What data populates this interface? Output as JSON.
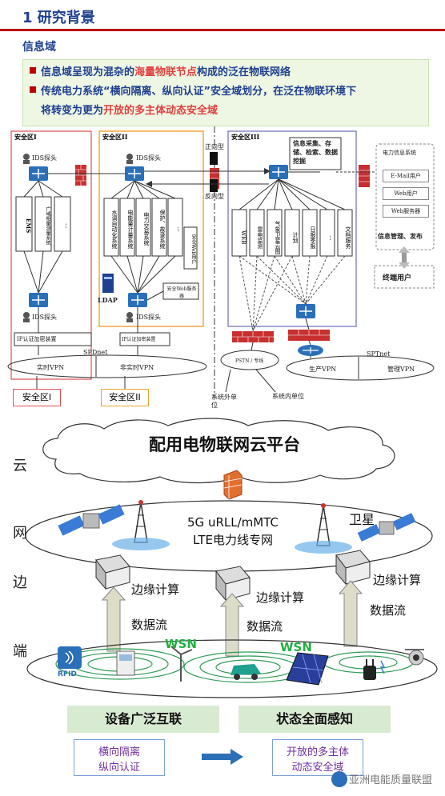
{
  "header": {
    "title": "1 研究背景",
    "subtitle": "信息域"
  },
  "bullets": [
    {
      "pre": "信息域呈现为混杂的",
      "hl": "海量物联节点",
      "post": "构成的泛在物联网络"
    },
    {
      "pre": "传统电力系统“横向隔离、纵向认证”安全域划分，在泛在物联环境下",
      "hl": "",
      "post": ""
    },
    {
      "pre": "将转变为更为",
      "hl": "开放的多主体动态安全域",
      "post": ""
    }
  ],
  "zones": {
    "zone1": "安全区I",
    "zone2": "安全区II",
    "zone3": "安全区III",
    "zone1_bottom": "安全区I",
    "zone2_bottom": "安全区II"
  },
  "ids": {
    "ids1": "IDS探头",
    "ids2": "IDS探头",
    "ids3": "IDS探头",
    "ids4": "IDS探头"
  },
  "isolation": {
    "forward": "正向型",
    "reverse": "反向型"
  },
  "zone1_systems": [
    "EMS",
    "广域相量测量系统",
    "..."
  ],
  "zone2_systems": [
    "水调自动化系统",
    "电能量计量系统",
    "电力交易系统",
    "保护、故录系统",
    "..."
  ],
  "zone2_web": "安全Web用户",
  "zone2_webserver": "安全Web服务器",
  "ldap": "LDAP",
  "ip_auth1": "IP认证加密装置",
  "ip_auth2": "IP认证加密装置",
  "spdnet": "SPDnet",
  "vpn_realtime": "实时VPN",
  "vpn_nonrealtime": "非实时VPN",
  "zone3_box": "信息采集、存储、检索、数据挖掘",
  "zone3_systems": [
    "WEB",
    "雷电监测",
    "气象卫星云图",
    "计划",
    "日报季报",
    "...",
    "文档服务"
  ],
  "pstn": "PSTN / 专线",
  "sptnet": "SPTnet",
  "vpn_prod": "生产VPN",
  "vpn_mgmt": "管理VPN",
  "outside_unit": "系统外单位",
  "inside_unit": "系统内单位",
  "info_sys": {
    "title": "电力信息系统",
    "items": [
      "E-Mail用户",
      "Web用户",
      "Web服务器"
    ],
    "footer": "信息管理、发布"
  },
  "terminal_user": "终端用户",
  "layers": {
    "cloud": "云",
    "net": "网",
    "edge": "边",
    "end": "端"
  },
  "cloud_platform": "配用电物联网云平台",
  "network": {
    "line1": "5G uRLL/mMTC",
    "line2": "LTE电力线专网",
    "satellite": "卫星"
  },
  "edge_compute": [
    "边缘计算",
    "边缘计算",
    "边缘计算"
  ],
  "dataflow": [
    "数据流",
    "数据流",
    "数据流"
  ],
  "wsn": [
    "WSN",
    "WSN"
  ],
  "rfid": "RFID",
  "bottom": {
    "left_title": "设备广泛互联",
    "right_title": "状态全面感知",
    "old_domain": "横向隔离\n纵向认证",
    "old_line1": "横向隔离",
    "old_line2": "纵向认证",
    "new_line1": "开放的多主体",
    "new_line2": "动态安全域"
  },
  "watermark": "亚洲电能质量联盟",
  "colors": {
    "title_blue": "#1f3f8f",
    "accent_red": "#c00000",
    "highlight": "#e04040",
    "zone2_border": "#f0a030",
    "zone3_border": "#6a6ab8",
    "green_box": "#d9ead3",
    "purple_text": "#7030a0"
  }
}
